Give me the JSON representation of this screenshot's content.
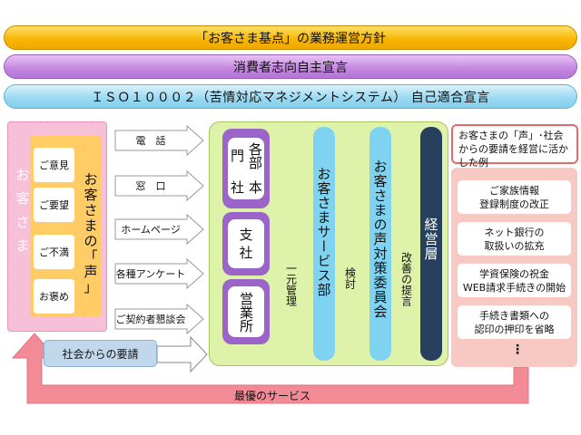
{
  "banners": {
    "policy": "「お客さま基点」の業務運営方針",
    "declaration": "消費者志向自主宣言",
    "iso": "ＩＳＯ１０００２（苦情対応マネジメントシステム） 自己適合宣言"
  },
  "customer": {
    "label": [
      "お",
      "客",
      "さ",
      "ま"
    ],
    "voice_items": [
      "ご意見",
      "ご要望",
      "ご不満",
      "お褒め"
    ],
    "voice_title": [
      "お",
      "客",
      "さ",
      "ま",
      "の",
      "「",
      "声",
      "」"
    ]
  },
  "channels": [
    "電　話",
    "窓　口",
    "ホームページ",
    "各種アンケート",
    "ご契約者懇談会"
  ],
  "organization": {
    "units": [
      [
        "本社",
        "各部門"
      ],
      [
        "支",
        "社"
      ],
      [
        "営業所"
      ]
    ],
    "unified_management": "一元管理",
    "service_dept": "お客さまサービス部",
    "review": "検討",
    "committee": "お客さまの声対策委員会",
    "proposal": "改善の提言",
    "management": "経営層"
  },
  "examples": {
    "title": "お客さまの「声」･社会からの要請を経営に活かした例",
    "items": [
      "ご家族情報\n登録制度の改正",
      "ネット銀行の\n取扱いの拡充",
      "学資保険の祝金\nWEB請求手続きの開始",
      "手続き書類への\n認印の押印を省略"
    ],
    "more": "⋮"
  },
  "society_request": "社会からの要請",
  "best_service": "最優のサービス",
  "colors": {
    "banner_gold": "#f7b500",
    "banner_purple": "#c486e0",
    "banner_blue": "#98d9f2",
    "customer_pink": "#f8bfd8",
    "voice_orange": "#ffcc66",
    "org_green": "#dff2a9",
    "unit_purple": "#9a64c8",
    "service_blue": "#7fd3f0",
    "management_navy": "#27405e",
    "return_arrow": "#f38b97"
  }
}
